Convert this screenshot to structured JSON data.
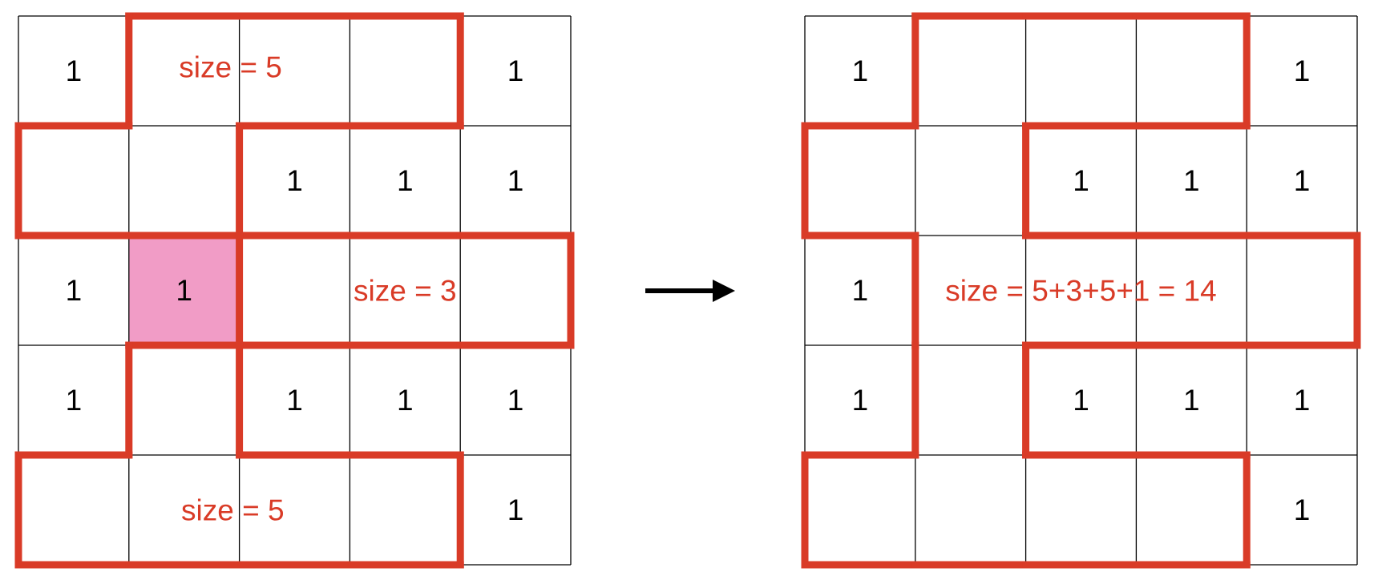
{
  "colors": {
    "island_outline_red": "#d93b27",
    "label_text_red": "#d93b27",
    "highlight_pink": "#f19cc6",
    "grid_line_black": "#000000",
    "number_black": "#000000",
    "arrow_black": "#000000",
    "background_white": "#ffffff"
  },
  "arrow": {
    "direction": "right"
  },
  "grids": [
    {
      "name": "before",
      "rows": 5,
      "cols": 5,
      "cell_values": [
        [
          "1",
          "",
          "",
          "",
          "1"
        ],
        [
          "",
          "",
          "1",
          "1",
          "1"
        ],
        [
          "1",
          "1",
          "",
          "",
          ""
        ],
        [
          "1",
          "",
          "1",
          "1",
          "1"
        ],
        [
          "",
          "",
          "",
          "",
          "1"
        ]
      ],
      "highlighted_cells": [
        {
          "row": 2,
          "col": 1
        }
      ],
      "islands": [
        {
          "label": "size = 5",
          "cells": [
            [
              0,
              1
            ],
            [
              0,
              2
            ],
            [
              0,
              3
            ],
            [
              1,
              0
            ],
            [
              1,
              1
            ]
          ],
          "label_anchor": {
            "col": 1.92,
            "row": 0.47
          }
        },
        {
          "label": "size = 3",
          "cells": [
            [
              2,
              2
            ],
            [
              2,
              3
            ],
            [
              2,
              4
            ]
          ],
          "label_anchor": {
            "col": 3.5,
            "row": 2.5
          }
        },
        {
          "label": "size = 5",
          "cells": [
            [
              3,
              1
            ],
            [
              4,
              0
            ],
            [
              4,
              1
            ],
            [
              4,
              2
            ],
            [
              4,
              3
            ]
          ],
          "label_anchor": {
            "col": 1.94,
            "row": 4.5
          }
        }
      ]
    },
    {
      "name": "after",
      "rows": 5,
      "cols": 5,
      "cell_values": [
        [
          "1",
          "",
          "",
          "",
          "1"
        ],
        [
          "",
          "",
          "1",
          "1",
          "1"
        ],
        [
          "1",
          "",
          "",
          "",
          ""
        ],
        [
          "1",
          "",
          "1",
          "1",
          "1"
        ],
        [
          "",
          "",
          "",
          "",
          "1"
        ]
      ],
      "highlighted_cells": [],
      "islands": [
        {
          "label": "size = 5+3+5+1 = 14",
          "cells": [
            [
              0,
              1
            ],
            [
              0,
              2
            ],
            [
              0,
              3
            ],
            [
              1,
              0
            ],
            [
              1,
              1
            ],
            [
              2,
              1
            ],
            [
              2,
              2
            ],
            [
              2,
              3
            ],
            [
              2,
              4
            ],
            [
              3,
              1
            ],
            [
              4,
              0
            ],
            [
              4,
              1
            ],
            [
              4,
              2
            ],
            [
              4,
              3
            ]
          ],
          "label_anchor": {
            "col": 2.5,
            "row": 2.5
          }
        }
      ]
    }
  ]
}
